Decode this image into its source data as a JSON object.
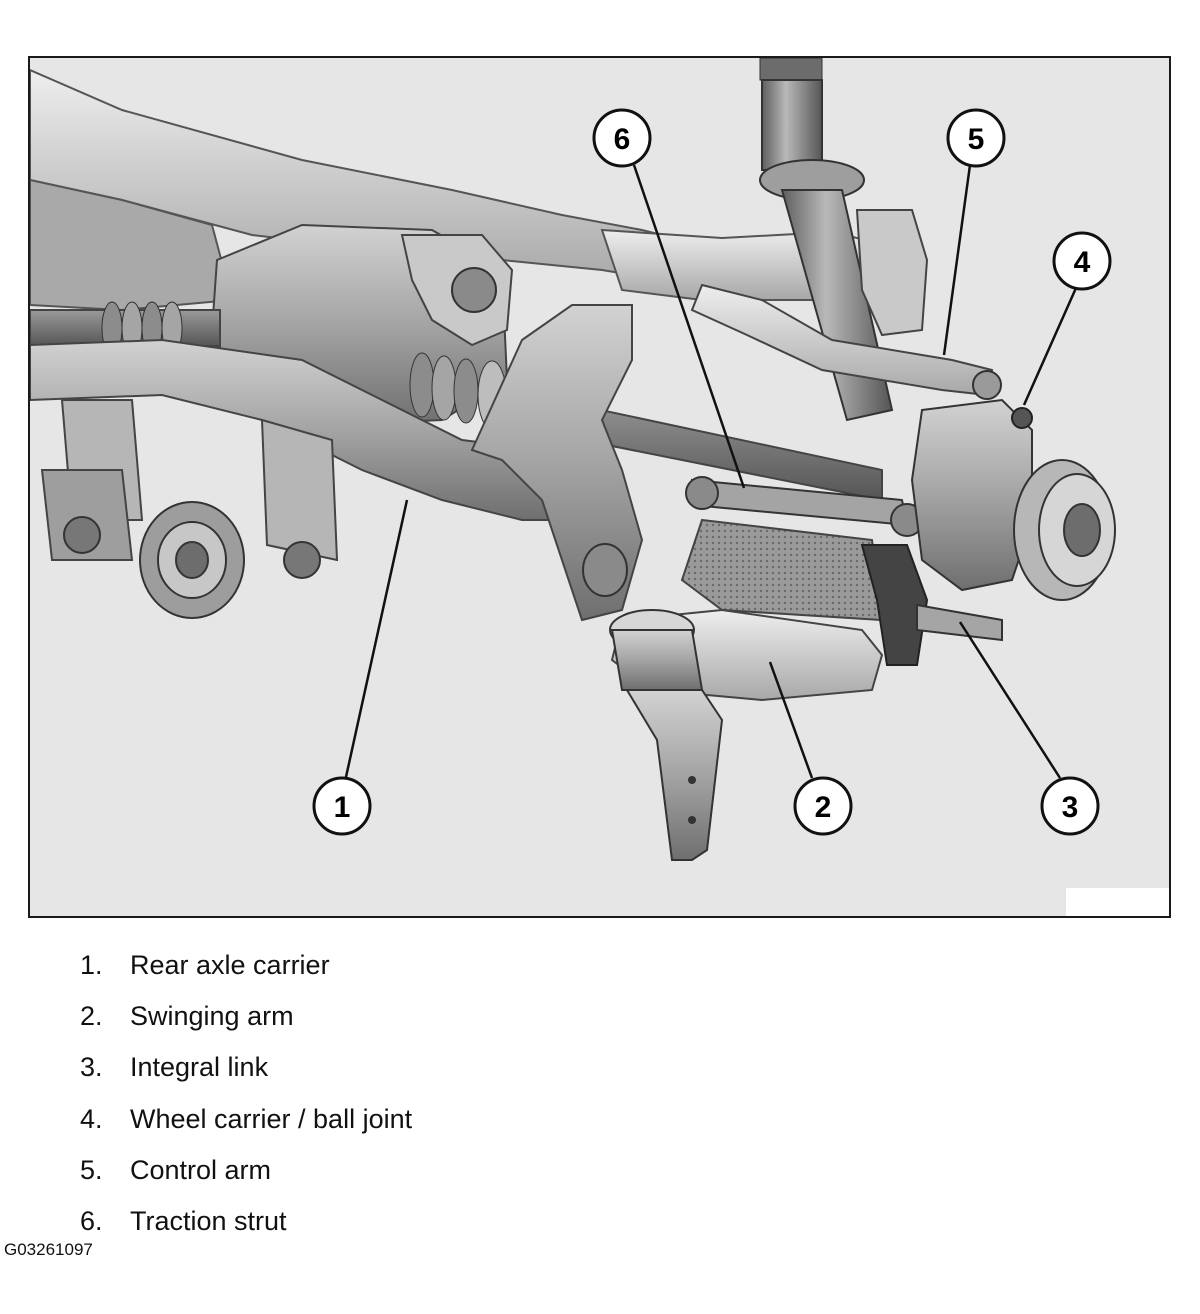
{
  "callouts": [
    "1",
    "2",
    "3",
    "4",
    "5",
    "6"
  ],
  "legend": [
    {
      "num": "1.",
      "label": "Rear axle carrier"
    },
    {
      "num": "2.",
      "label": "Swinging arm"
    },
    {
      "num": "3.",
      "label": "Integral link"
    },
    {
      "num": "4.",
      "label": "Wheel carrier / ball joint"
    },
    {
      "num": "5.",
      "label": "Control arm"
    },
    {
      "num": "6.",
      "label": "Traction strut"
    }
  ],
  "figure_code": "G03261097"
}
